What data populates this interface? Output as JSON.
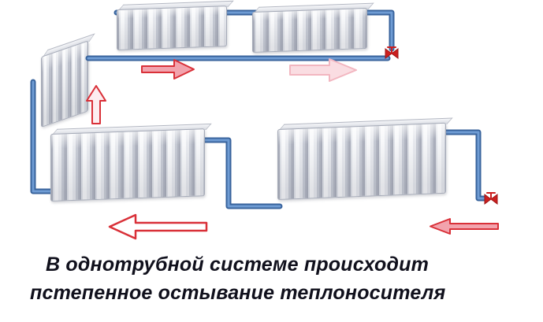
{
  "page": {
    "background": "#ffffff"
  },
  "caption": {
    "line1": "В однотрубной системе происходит",
    "line2": "пстепенное остывание теплоносителя"
  },
  "colors": {
    "pipe-dark": "#38639c",
    "pipe-light": "#6f9cd4",
    "valve-red": "#cc1f1f",
    "arrow-red": "#d93038",
    "arrow-pink": "#f2a3ad",
    "arrow-pale-fill": "#fadde2",
    "arrow-pale-stroke": "#f2b6c0",
    "caption-text": "#10101c",
    "radiator-edge": "#a6abb8"
  },
  "icons": {
    "valve-top-right-icon": "red gate valve on riser",
    "valve-bottom-right-icon": "red gate valve on return",
    "flow-arrow-right-hot-icon": "right flow arrow (hot, red)",
    "flow-arrow-right-cooling-icon": "right flow arrow (cooling, pale)",
    "flow-arrow-up-riser-icon": "upward flow arrow",
    "flow-arrow-left-return-large-icon": "large left return arrow (outline)",
    "flow-arrow-left-return-small-icon": "small left return arrow"
  },
  "components": {
    "radiators": [
      {
        "name": "radiator-top-left"
      },
      {
        "name": "radiator-top-right"
      },
      {
        "name": "radiator-side-left"
      },
      {
        "name": "radiator-bottom-left"
      },
      {
        "name": "radiator-bottom-right"
      }
    ]
  }
}
